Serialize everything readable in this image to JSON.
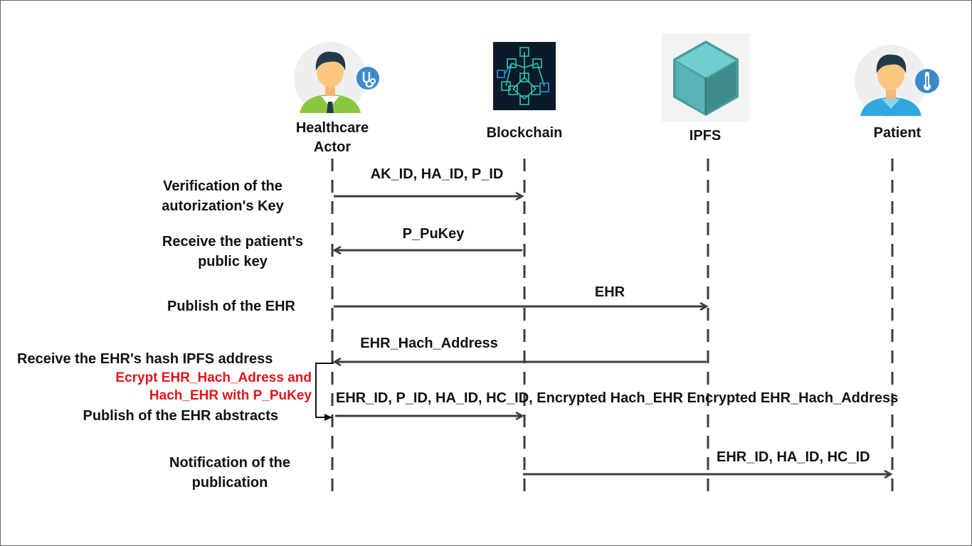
{
  "actors": {
    "healthcare": {
      "label_line1": "Healthcare",
      "label_line2": "Actor",
      "icon": "doctor-avatar-icon"
    },
    "blockchain": {
      "label": "Blockchain",
      "icon": "blockchain-network-icon"
    },
    "ipfs": {
      "label": "IPFS",
      "icon": "ipfs-cube-icon"
    },
    "patient": {
      "label": "Patient",
      "icon": "patient-avatar-icon"
    }
  },
  "steps": [
    {
      "desc_line1": "Verification of the",
      "desc_line2": "autorization's Key",
      "message": "AK_ID, HA_ID, P_ID"
    },
    {
      "desc_line1": "Receive the patient's",
      "desc_line2": "public key",
      "message": "P_PuKey"
    },
    {
      "desc": "Publish of the EHR",
      "message": "EHR"
    },
    {
      "desc": "Receive the EHR's hash IPFS address",
      "message": "EHR_Hach_Address"
    },
    {
      "note_line1": "Ecrypt EHR_Hach_Adress and",
      "note_line2": "Hach_EHR  with P_PuKey"
    },
    {
      "desc": "Publish of the EHR abstracts",
      "message": "EHR_ID, P_ID, HA_ID, HC_ID, Encrypted Hach_EHR Encrypted EHR_Hach_Address"
    },
    {
      "desc_line1": "Notification of the",
      "desc_line2": "publication",
      "message": "EHR_ID, HA_ID, HC_ID"
    }
  ],
  "colors": {
    "arrow": "#3d3d3d",
    "note": "#e3151a",
    "text": "#111111"
  }
}
